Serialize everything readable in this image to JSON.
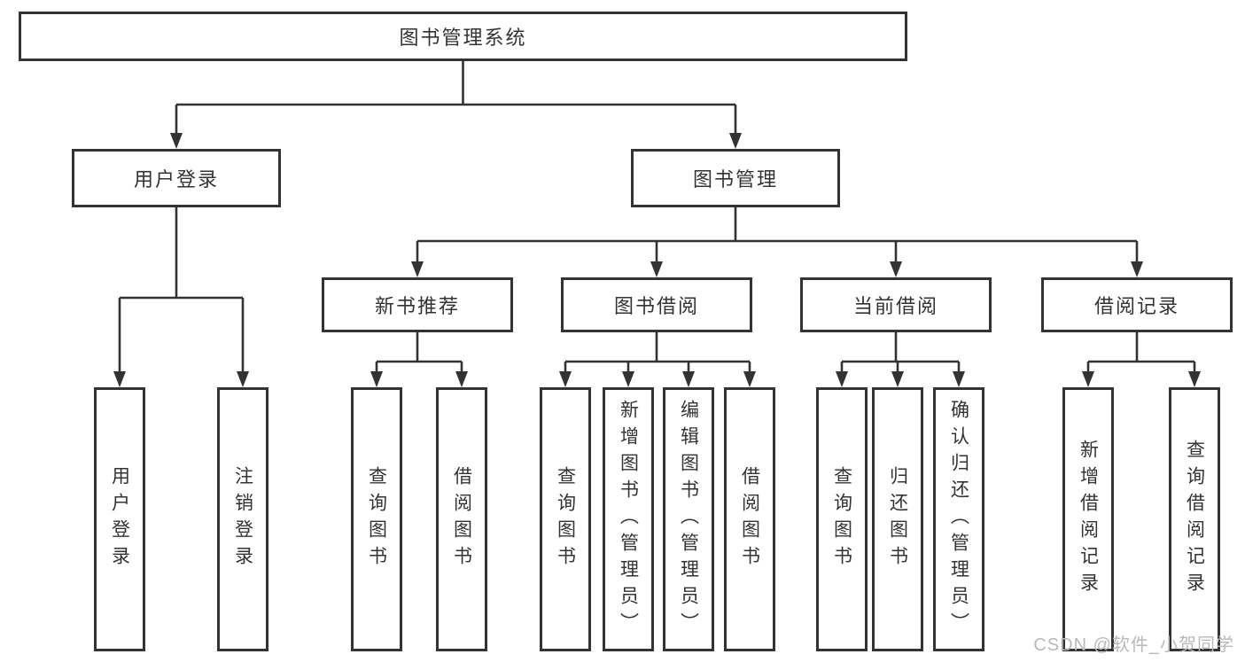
{
  "colors": {
    "line": "#333333",
    "border": "#333333",
    "text": "#333333",
    "background": "#ffffff",
    "watermark": "#b9b9b9"
  },
  "root": {
    "label": "图书管理系统"
  },
  "level2": [
    {
      "label": "用户登录",
      "parent": "图书管理系统"
    },
    {
      "label": "图书管理",
      "parent": "图书管理系统"
    }
  ],
  "level3": [
    {
      "label": "新书推荐",
      "parent": "图书管理"
    },
    {
      "label": "图书借阅",
      "parent": "图书管理"
    },
    {
      "label": "当前借阅",
      "parent": "图书管理"
    },
    {
      "label": "借阅记录",
      "parent": "图书管理"
    }
  ],
  "leaves": [
    {
      "label": "用户登录",
      "parent": "用户登录"
    },
    {
      "label": "注销登录",
      "parent": "用户登录"
    },
    {
      "label": "查询图书",
      "parent": "新书推荐"
    },
    {
      "label": "借阅图书",
      "parent": "新书推荐"
    },
    {
      "label": "查询图书",
      "parent": "图书借阅"
    },
    {
      "label": "新增图书（管理员）",
      "parent": "图书借阅"
    },
    {
      "label": "编辑图书（管理员）",
      "parent": "图书借阅"
    },
    {
      "label": "借阅图书",
      "parent": "图书借阅"
    },
    {
      "label": "查询图书",
      "parent": "当前借阅"
    },
    {
      "label": "归还图书",
      "parent": "当前借阅"
    },
    {
      "label": "确认归还（管理员）",
      "parent": "当前借阅"
    },
    {
      "label": "新增借阅记录",
      "parent": "借阅记录"
    },
    {
      "label": "查询借阅记录",
      "parent": "借阅记录"
    }
  ],
  "watermark": "CSDN @软件_小贺同学"
}
